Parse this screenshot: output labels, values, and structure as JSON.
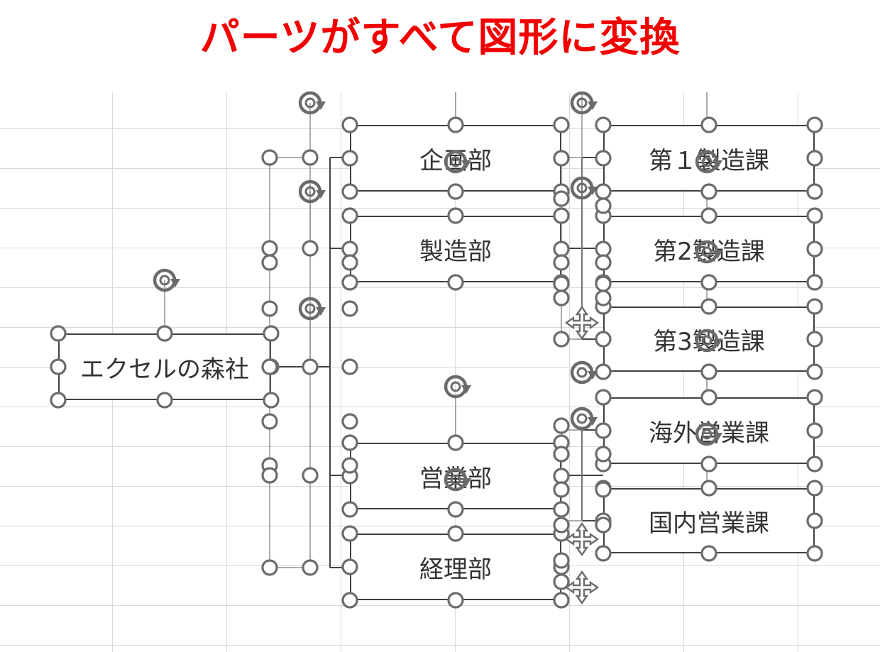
{
  "header": {
    "title": "パーツがすべて図形に変換"
  },
  "boxes": {
    "root": "エクセルの森社",
    "planning": "企画部",
    "manufacturing": "製造部",
    "sales": "営業部",
    "accounting": "経理部",
    "mfg1": "第１製造課",
    "mfg2": "第2製造課",
    "mfg3": "第3製造課",
    "overseas": "海外営業課",
    "domestic": "国内営業課"
  },
  "colors": {
    "title": "#f20000",
    "gridline": "#d9d9d9",
    "shape_border": "#404040",
    "handle": "#6b6b6b"
  },
  "icons": {
    "selection_handle": "sizing-handle-icon",
    "rotation": "rotate-handle-icon",
    "move": "move-cross-icon"
  }
}
